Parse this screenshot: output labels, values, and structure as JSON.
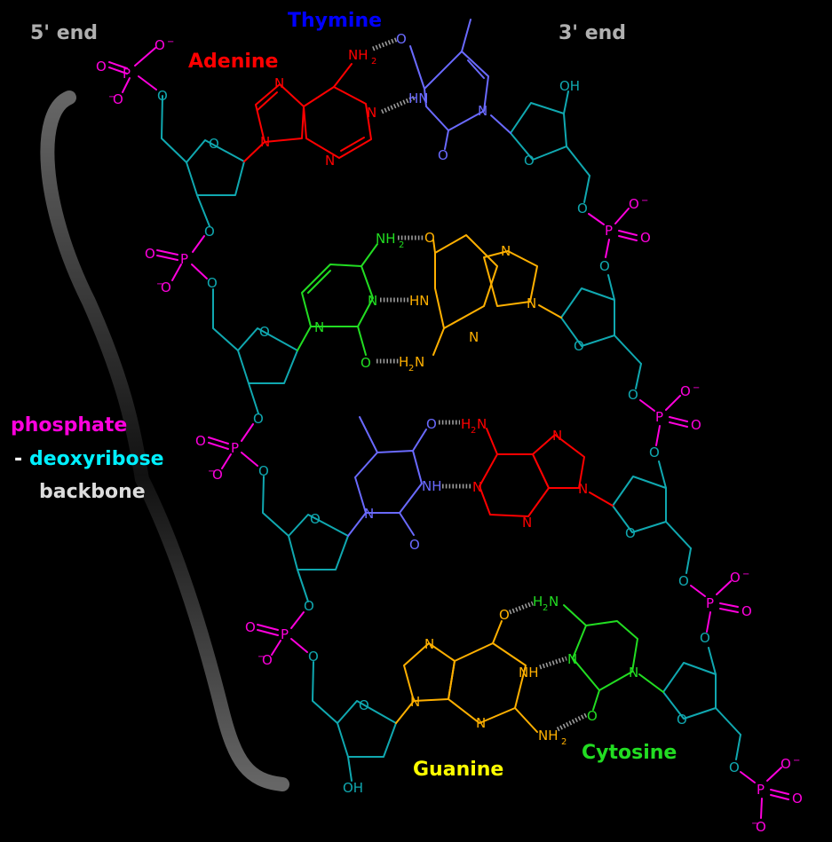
{
  "labels": {
    "five_end": "5' end",
    "three_end": "3' end",
    "adenine": "Adenine",
    "thymine": "Thymine",
    "guanine": "Guanine",
    "cytosine": "Cytosine",
    "backbone_line1": "phosphate",
    "backbone_line2_dash": "-",
    "backbone_line2": "deoxyribose",
    "backbone_line3": "backbone"
  },
  "atoms": {
    "O": "O",
    "N": "N",
    "P": "P",
    "NH": "NH",
    "HN": "HN",
    "OH": "OH",
    "NH2_main": "NH",
    "H2N_main": "H",
    "N_after_H2": "N",
    "sub2": "2",
    "minus": "−"
  },
  "colors": {
    "background": "#000000",
    "adenine": "#ff0000",
    "thymine": "#6a6aff",
    "thymine_label": "#0000ff",
    "guanine": "#ffb000",
    "guanine_label": "#ffff00",
    "cytosine": "#22dd22",
    "deoxyribose": "#10a8b0",
    "phosphate": "#ff00dd",
    "end_label": "#b0b0b0",
    "backbone_text": "#dddddd",
    "deoxyribose_text": "#00f0ff",
    "bracket": "#555555"
  }
}
